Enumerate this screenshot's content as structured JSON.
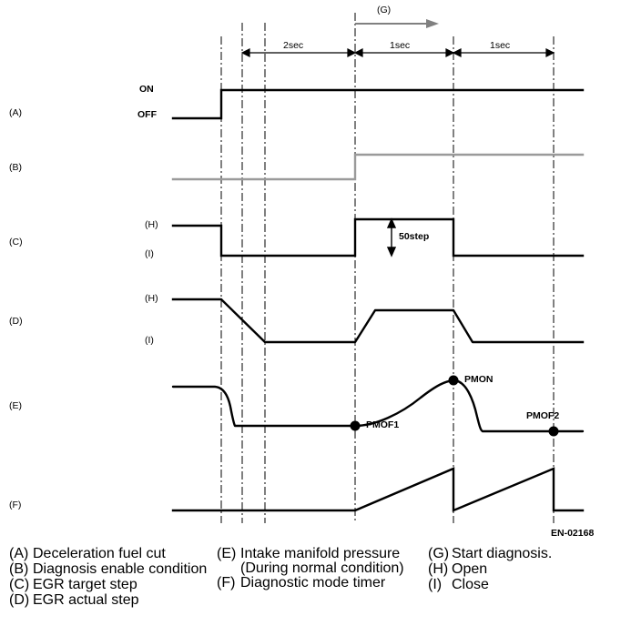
{
  "figure": {
    "code": "EN-02168",
    "row_labels": [
      "(A)",
      "(B)",
      "(C)",
      "(D)",
      "(E)",
      "(F)"
    ],
    "state_labels": {
      "on": "ON",
      "off": "OFF",
      "open": "(H)",
      "close": "(I)"
    },
    "timing": {
      "interval_1": "2sec",
      "interval_2": "1sec",
      "interval_3": "1sec",
      "diagnosis_marker": "(G)"
    },
    "annotations": {
      "step": "50step",
      "pmof1": "PMOF1",
      "pmon": "PMON",
      "pmof2": "PMOF2"
    }
  },
  "legend": {
    "column_1": [
      {
        "key": "(A)",
        "text": "Deceleration fuel cut"
      },
      {
        "key": "(B)",
        "text": "Diagnosis enable condition"
      },
      {
        "key": "(C)",
        "text": "EGR target step"
      },
      {
        "key": "(D)",
        "text": "EGR actual step"
      }
    ],
    "column_2": [
      {
        "key": "(E)",
        "text": "Intake manifold pressure",
        "sub": "(During normal condition)"
      },
      {
        "key": "(F)",
        "text": "Diagnostic mode timer"
      }
    ],
    "column_3": [
      {
        "key": "(G)",
        "text": "Start diagnosis."
      },
      {
        "key": "(H)",
        "text": "Open"
      },
      {
        "key": "(I)",
        "text": "Close"
      }
    ]
  },
  "colors": {
    "line": "#000000",
    "gray_line": "#808080",
    "background": "#ffffff"
  }
}
